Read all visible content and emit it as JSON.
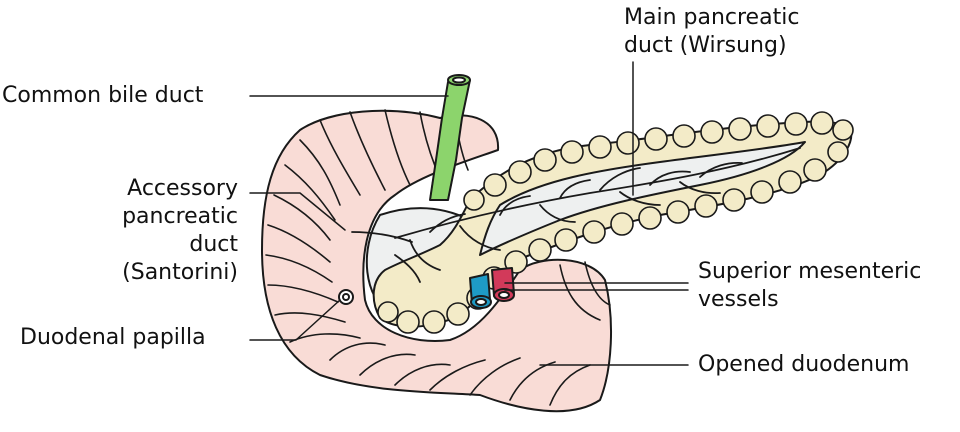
{
  "colors": {
    "duodenum": "#f9dcd6",
    "pancreas": "#f3ebc8",
    "duct_interior": "#eef0f0",
    "bile_duct": "#8cd46c",
    "vein": "#1e9bc6",
    "artery": "#d23a5a",
    "outline": "#1a1a1a"
  },
  "labels": {
    "main_duct": [
      "Main pancreatic",
      "duct (Wirsung)"
    ],
    "bile_duct": "Common bile duct",
    "accessory_duct": [
      "Accessory",
      "pancreatic",
      "duct",
      "(Santorini)"
    ],
    "papilla": "Duodenal papilla",
    "vessels": [
      "Superior mesenteric",
      "vessels"
    ],
    "duodenum": "Opened duodenum"
  }
}
